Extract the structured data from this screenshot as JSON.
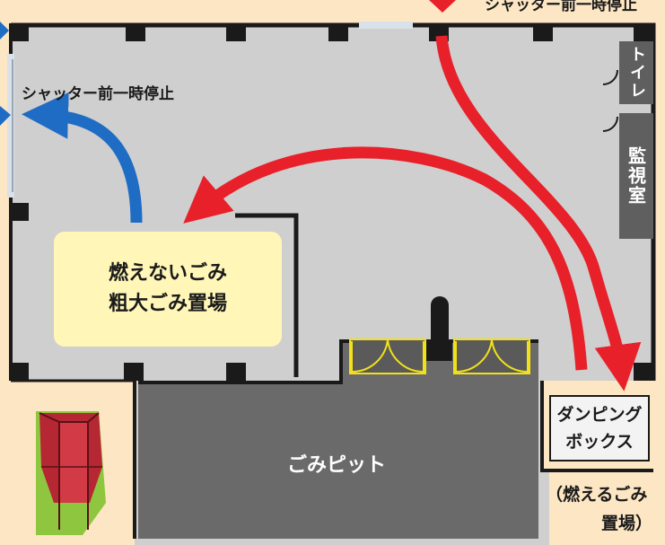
{
  "labels": {
    "shutter_top": "シャッター前一時停止",
    "shutter_left": "シャッター前一時停止",
    "nonburnable_line1": "燃えないごみ",
    "nonburnable_line2": "粗大ごみ置場",
    "pit": "ごみピット",
    "toilet": "トイレ",
    "monitor_room": "監視室",
    "dumping_line1": "ダンピング",
    "dumping_line2": "ボックス",
    "burnable_line1": "（燃えるごみ",
    "burnable_line2": "置場）"
  },
  "colors": {
    "background": "#fde6c4",
    "floor": "#cfcfcf",
    "wall": "#1a1a1a",
    "pit": "#6a6a6a",
    "room": "#5f5f5f",
    "nonburnable_box": "#fff6b8",
    "route_red": "#e8202a",
    "route_blue": "#1f6cc4",
    "door_yellow": "#f2e11a",
    "crane_red": "#b52733",
    "crane_green": "#8fc63f"
  }
}
